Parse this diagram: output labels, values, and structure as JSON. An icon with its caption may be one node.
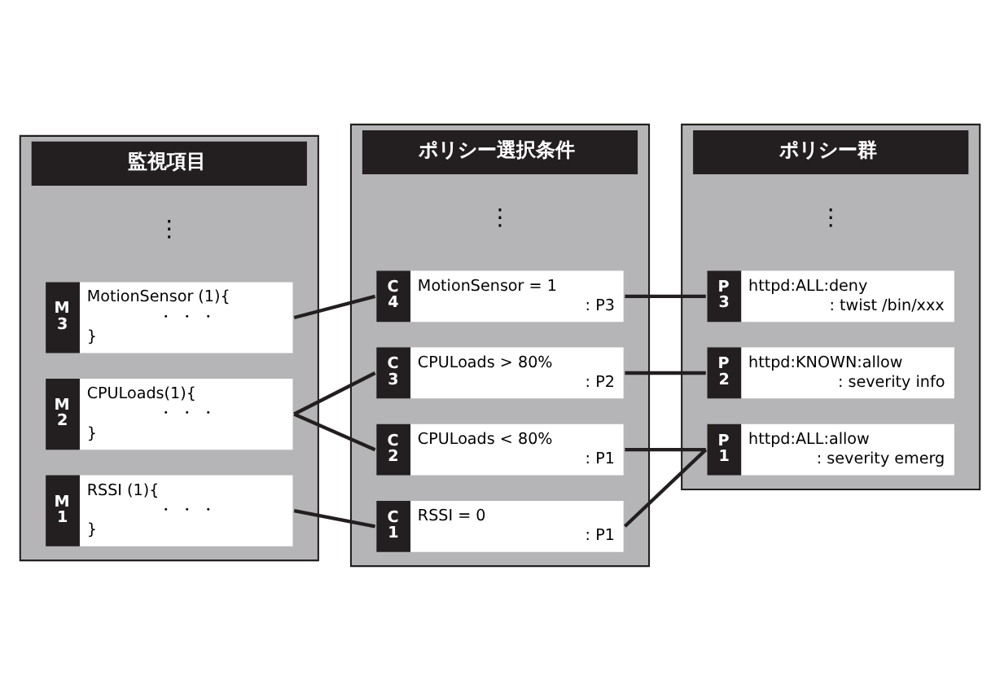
{
  "diagram": {
    "nodes": [
      {
        "text": [
          "監視項目"
        ]
      },
      {
        "text": [
          "M 1",
          "RSSI (1){",
          "・ ・ ・",
          "}"
        ],
        "in": 0
      },
      {
        "text": [
          "M 2",
          "CPULoads(1){",
          "・ ・ ・",
          "}"
        ],
        "in": 0
      },
      {
        "text": [
          "M 3",
          "MotionSensor (1){",
          "・ ・ ・",
          "}"
        ],
        "in": 0
      },
      {
        "text": [
          "ポリシー選択条件"
        ]
      },
      {
        "text": [
          "C 1",
          "RSSI = 0",
          ": P1"
        ],
        "in": 4
      },
      {
        "text": [
          "C 2",
          "CPULoads < 80%",
          ": P1"
        ],
        "in": 4
      },
      {
        "text": [
          "C 3",
          "CPULoads > 80%",
          ": P2"
        ],
        "in": 4
      },
      {
        "text": [
          "C 4",
          "MotionSensor = 1",
          ": P3"
        ],
        "in": 4
      },
      {
        "text": [
          "ポリシー群"
        ]
      },
      {
        "text": [
          "P 1",
          "httpd:ALL:allow",
          ": severity emerg"
        ],
        "in": 9
      },
      {
        "text": [
          "P 2",
          "httpd:KNOWN:allow",
          ": severity info"
        ],
        "in": 9
      },
      {
        "text": [
          "P 3",
          "httpd:ALL:deny",
          ": twist /bin/xxx"
        ],
        "in": 9
      }
    ],
    "edges": [
      {
        "from": 1,
        "to": 5,
        "arrow": "none"
      },
      {
        "from": 2,
        "to": 6,
        "arrow": "none"
      },
      {
        "from": 2,
        "to": 7,
        "arrow": "none"
      },
      {
        "from": 3,
        "to": 8,
        "arrow": "none"
      },
      {
        "from": 5,
        "to": 10,
        "arrow": "none"
      },
      {
        "from": 6,
        "to": 10,
        "arrow": "none"
      },
      {
        "from": 7,
        "to": 11,
        "arrow": "none"
      },
      {
        "from": 8,
        "to": 12,
        "arrow": "none"
      }
    ],
    "labels": [
      "⋮",
      "⋮",
      "⋮"
    ]
  }
}
